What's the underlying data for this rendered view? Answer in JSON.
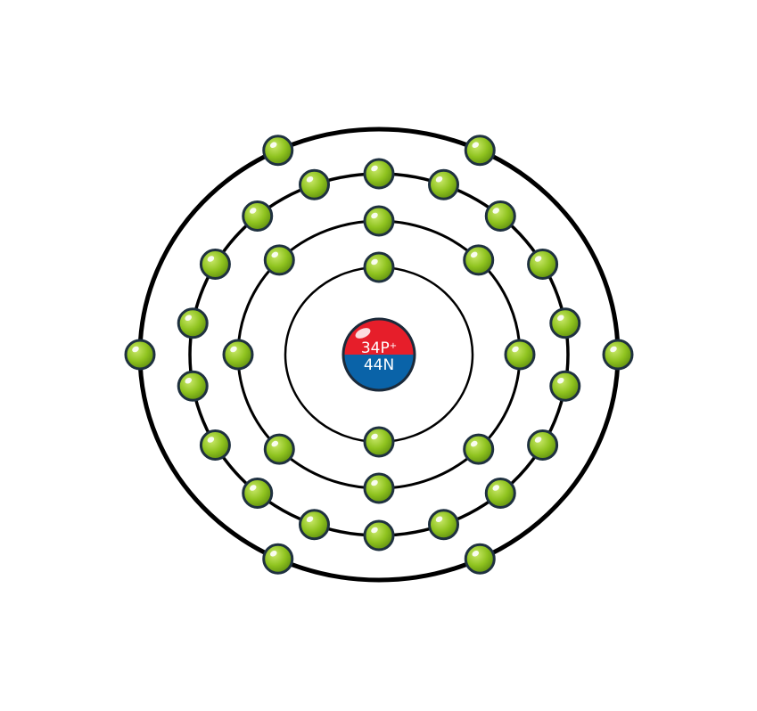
{
  "nucleus": {
    "protons_label": "34P",
    "protons_charge": "+",
    "neutrons_label": "44N",
    "proton_color": "#e61e2a",
    "neutron_color": "#0a63a8"
  },
  "electron_color": "#8fc31f",
  "shells": [
    {
      "electrons": 2
    },
    {
      "electrons": 8
    },
    {
      "electrons": 18
    },
    {
      "electrons": 6
    }
  ]
}
